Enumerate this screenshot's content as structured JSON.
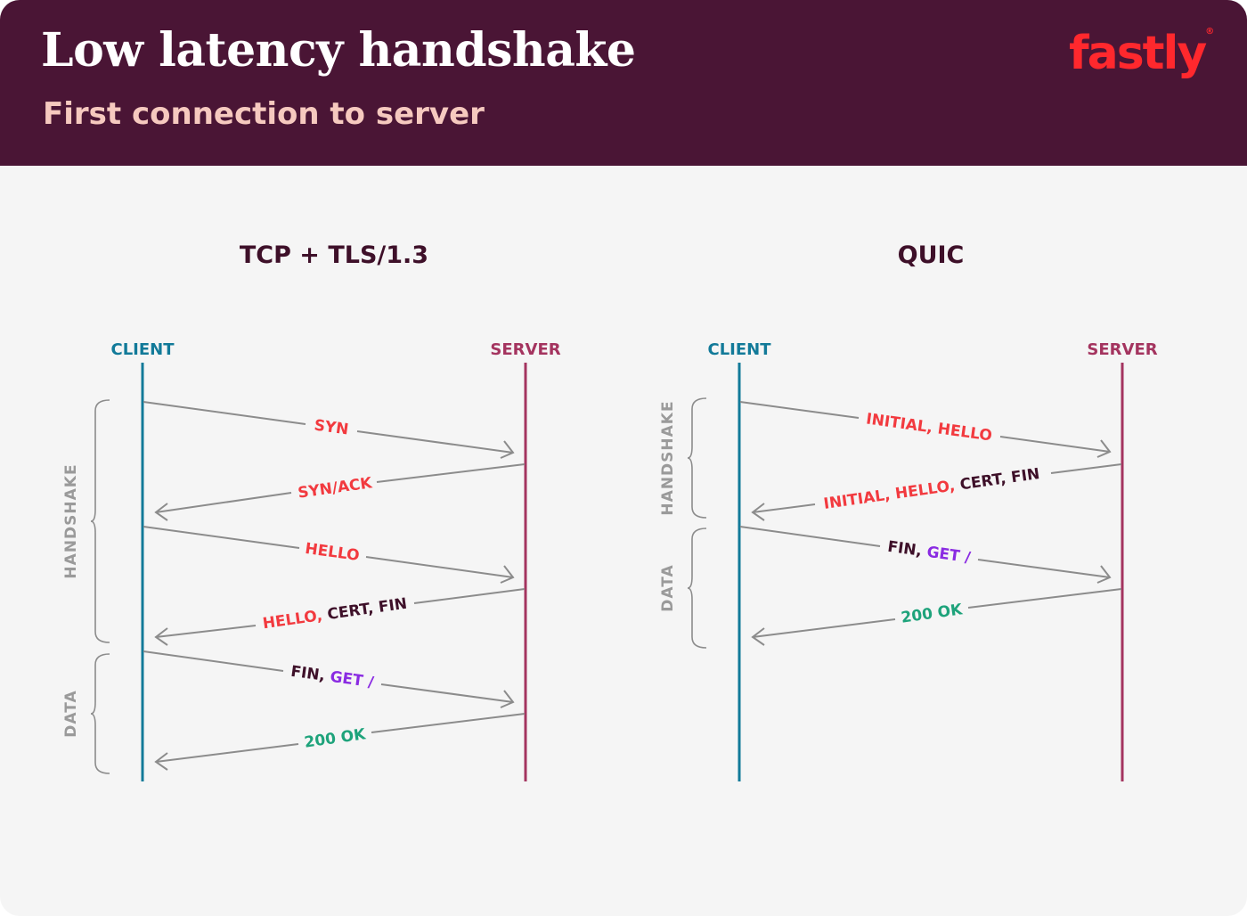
{
  "header": {
    "title": "Low latency handshake",
    "subtitle": "First connection to server",
    "logo_text": "fastly",
    "logo_mark": "®"
  },
  "colors": {
    "header_bg": "#4a1535",
    "subtitle": "#f6c9bf",
    "logo": "#ff282d",
    "client": "#127a99",
    "server": "#a4345f",
    "handshake_msg": "#f23a3f",
    "dark_msg": "#3e1029",
    "request_msg": "#8a2be2",
    "response_msg": "#1ea37b",
    "arrow": "#8c8c8c",
    "phase_label": "#9a9a9a"
  },
  "diagrams": [
    {
      "title": "TCP + TLS/1.3",
      "client_label": "CLIENT",
      "server_label": "SERVER",
      "phases": [
        {
          "label": "HANDSHAKE"
        },
        {
          "label": "DATA"
        }
      ],
      "messages": [
        {
          "direction": "to-server",
          "parts": [
            {
              "text": "SYN",
              "color": "#f23a3f"
            }
          ]
        },
        {
          "direction": "to-client",
          "parts": [
            {
              "text": "SYN/ACK",
              "color": "#f23a3f"
            }
          ]
        },
        {
          "direction": "to-server",
          "parts": [
            {
              "text": "HELLO",
              "color": "#f23a3f"
            }
          ]
        },
        {
          "direction": "to-client",
          "parts": [
            {
              "text": "HELLO, ",
              "color": "#f23a3f"
            },
            {
              "text": "CERT, FIN",
              "color": "#3e1029"
            }
          ]
        },
        {
          "direction": "to-server",
          "parts": [
            {
              "text": "FIN, ",
              "color": "#3e1029"
            },
            {
              "text": "GET /",
              "color": "#8a2be2"
            }
          ]
        },
        {
          "direction": "to-client",
          "parts": [
            {
              "text": "200 OK",
              "color": "#1ea37b"
            }
          ]
        }
      ]
    },
    {
      "title": "QUIC",
      "client_label": "CLIENT",
      "server_label": "SERVER",
      "phases": [
        {
          "label": "HANDSHAKE"
        },
        {
          "label": "DATA"
        }
      ],
      "messages": [
        {
          "direction": "to-server",
          "parts": [
            {
              "text": "INITIAL, HELLO",
              "color": "#f23a3f"
            }
          ]
        },
        {
          "direction": "to-client",
          "parts": [
            {
              "text": "INITIAL, HELLO, ",
              "color": "#f23a3f"
            },
            {
              "text": "CERT, FIN",
              "color": "#3e1029"
            }
          ]
        },
        {
          "direction": "to-server",
          "parts": [
            {
              "text": "FIN, ",
              "color": "#3e1029"
            },
            {
              "text": "GET /",
              "color": "#8a2be2"
            }
          ]
        },
        {
          "direction": "to-client",
          "parts": [
            {
              "text": "200 OK",
              "color": "#1ea37b"
            }
          ]
        }
      ]
    }
  ]
}
